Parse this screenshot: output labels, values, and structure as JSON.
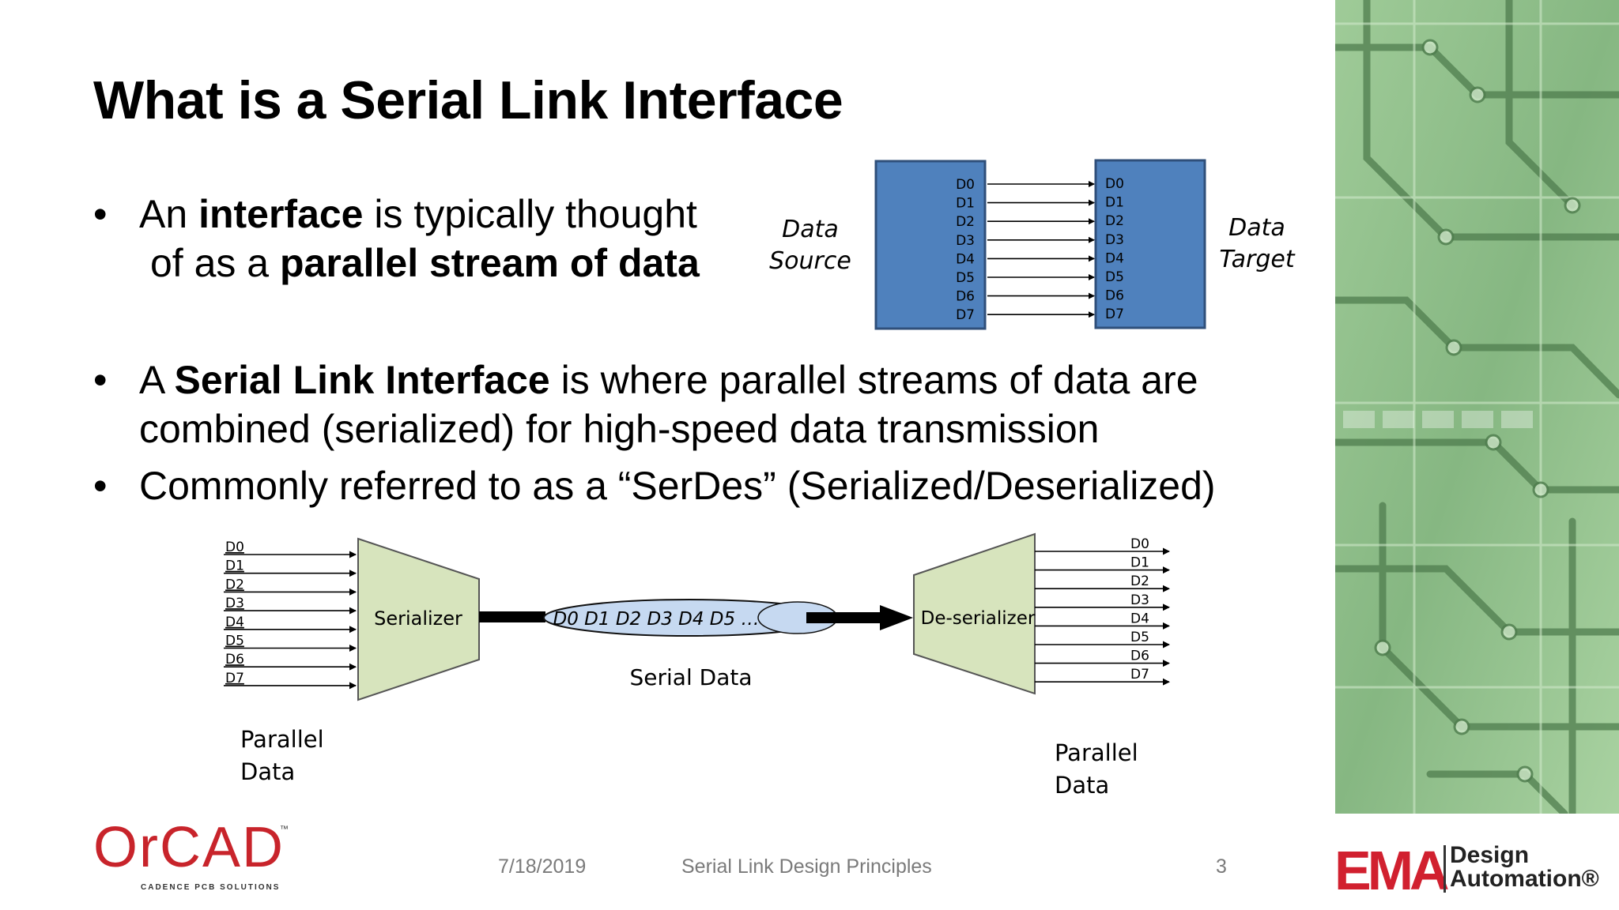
{
  "slide": {
    "title": "What is a Serial Link Interface",
    "bullets": {
      "b1": {
        "l1_a": "An ",
        "l1_b": "interface",
        "l1_c": " is typically thought",
        "l2_a": "of as a ",
        "l2_b": "parallel stream of data"
      },
      "b2": {
        "l1_a": "A ",
        "l1_b": "Serial Link Interface",
        "l1_c": " is where parallel streams of data are",
        "l2": "combined (serialized) for high-speed data transmission"
      },
      "b3": {
        "l1": "Commonly referred to as a “SerDes” (Serialized/Deserialized)"
      },
      "marker": "•"
    }
  },
  "parallel_diagram": {
    "source_label_1": "Data",
    "source_label_2": "Source",
    "target_label_1": "Data",
    "target_label_2": "Target",
    "pins": [
      "D0",
      "D1",
      "D2",
      "D3",
      "D4",
      "D5",
      "D6",
      "D7"
    ],
    "box_color": "#4f81bd",
    "box_border": "#2f4f7a"
  },
  "serdes_diagram": {
    "pins": [
      "D0",
      "D1",
      "D2",
      "D3",
      "D4",
      "D5",
      "D6",
      "D7"
    ],
    "serializer_label": "Serializer",
    "deserializer_label": "De-serializer",
    "stream_text": "D0 D1 D2 D3 D4 D5 …",
    "serial_label": "Serial Data",
    "left_parallel_1": "Parallel",
    "left_parallel_2": "Data",
    "right_parallel_1": "Parallel",
    "right_parallel_2": "Data",
    "block_color": "#d7e4bd",
    "stream_color": "#c6d9f1"
  },
  "footer": {
    "date": "7/18/2019",
    "title": "Serial Link Design Principles",
    "page": "3"
  },
  "logos": {
    "orcad": {
      "word": "OrCAD",
      "tm": "™",
      "tagline": "CADENCE PCB SOLUTIONS",
      "color": "#c8242b"
    },
    "ema": {
      "word": "EMA",
      "line1": "Design",
      "line2": "Automation®",
      "color": "#d1202f"
    }
  },
  "decor": {
    "pcb_bg": "#8fbe8a"
  }
}
